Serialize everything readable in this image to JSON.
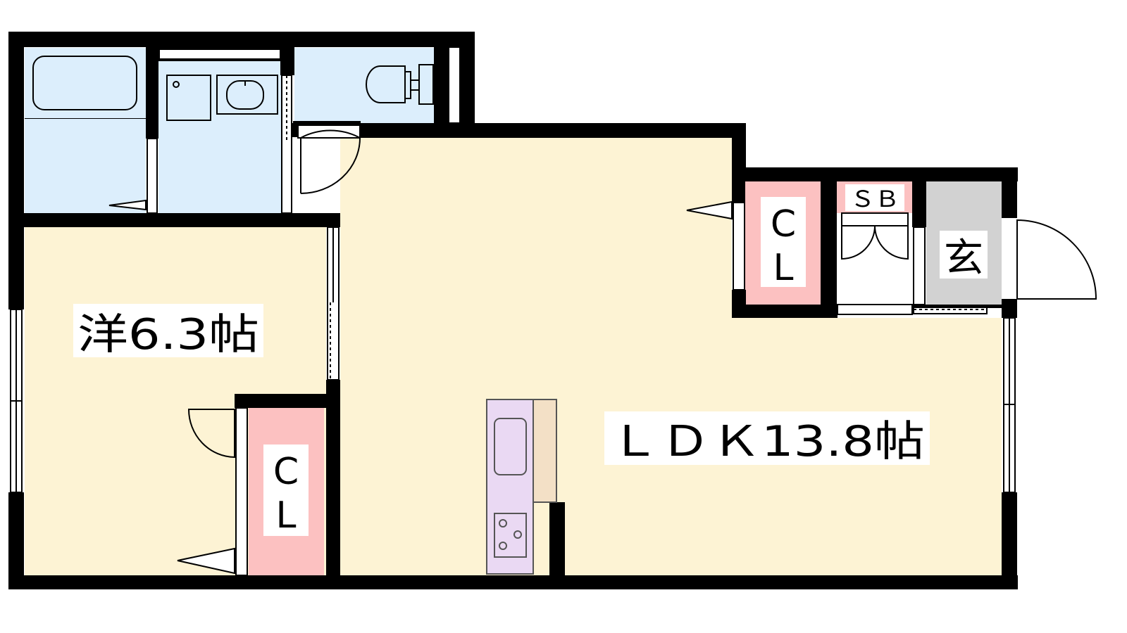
{
  "colors": {
    "wet_area": "#dceefc",
    "living_floor": "#fdf3d4",
    "closet": "#fcc1c1",
    "entrance": "#d2d2d2",
    "kitchen": "#ead9f3",
    "counter": "#f3e0c6",
    "wall": "#000000"
  },
  "rooms": {
    "western_room": {
      "label": "洋6.3帖"
    },
    "ldk": {
      "label": "ＬＤＫ13.8帖"
    },
    "closet_west": {
      "label_top": "C",
      "label_bottom": "L"
    },
    "closet_north": {
      "label_top": "C",
      "label_bottom": "L"
    },
    "shoe_box": {
      "label": "ＳＢ"
    },
    "entrance": {
      "label": "玄"
    }
  },
  "icons": [
    "bathtub-icon",
    "washbasin-icon",
    "washer-pan-icon",
    "toilet-icon",
    "sink-icon",
    "stove-icon",
    "door-swing-icon",
    "sliding-door-icon",
    "window-icon"
  ]
}
